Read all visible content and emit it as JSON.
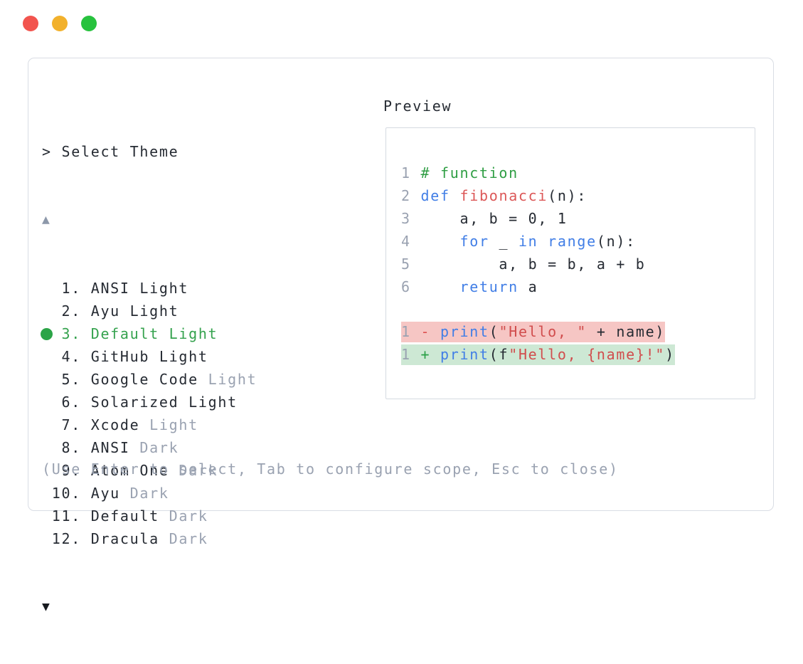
{
  "window": {
    "traffic_lights": [
      {
        "name": "close-button",
        "color": "#f2544e"
      },
      {
        "name": "minimize-button",
        "color": "#f2b12c"
      },
      {
        "name": "zoom-button",
        "color": "#27c23e"
      }
    ]
  },
  "theme_picker": {
    "prompt": "> Select Theme",
    "scroll_up_indicator": "▲",
    "scroll_down_indicator": "▼",
    "items": [
      {
        "number": "1",
        "name": "ANSI Light",
        "suffix": "",
        "selected": false
      },
      {
        "number": "2",
        "name": "Ayu Light",
        "suffix": "",
        "selected": false
      },
      {
        "number": "3",
        "name": "Default Light",
        "suffix": "",
        "selected": true
      },
      {
        "number": "4",
        "name": "GitHub Light",
        "suffix": "",
        "selected": false
      },
      {
        "number": "5",
        "name": "Google Code",
        "suffix": "Light",
        "selected": false
      },
      {
        "number": "6",
        "name": "Solarized Light",
        "suffix": "",
        "selected": false
      },
      {
        "number": "7",
        "name": "Xcode",
        "suffix": "Light",
        "selected": false
      },
      {
        "number": "8",
        "name": "ANSI",
        "suffix": "Dark",
        "selected": false
      },
      {
        "number": "9",
        "name": "Atom One",
        "suffix": "Dark",
        "selected": false
      },
      {
        "number": "10",
        "name": "Ayu",
        "suffix": "Dark",
        "selected": false
      },
      {
        "number": "11",
        "name": "Default",
        "suffix": "Dark",
        "selected": false
      },
      {
        "number": "12",
        "name": "Dracula",
        "suffix": "Dark",
        "selected": false
      }
    ],
    "footer_hint": "(Use Enter to select, Tab to configure scope, Esc to close)"
  },
  "preview": {
    "label": "Preview",
    "code_lines": [
      {
        "no": "1",
        "tokens": [
          {
            "t": "# function",
            "c": "comment"
          }
        ]
      },
      {
        "no": "2",
        "tokens": [
          {
            "t": "def",
            "c": "keyword"
          },
          {
            "t": " ",
            "c": "plain"
          },
          {
            "t": "fibonacci",
            "c": "function"
          },
          {
            "t": "(n):",
            "c": "plain"
          }
        ]
      },
      {
        "no": "3",
        "tokens": [
          {
            "t": "    a, b = 0, 1",
            "c": "plain"
          }
        ]
      },
      {
        "no": "4",
        "tokens": [
          {
            "t": "    ",
            "c": "plain"
          },
          {
            "t": "for",
            "c": "keyword"
          },
          {
            "t": " _ ",
            "c": "plain"
          },
          {
            "t": "in",
            "c": "keyword"
          },
          {
            "t": " ",
            "c": "plain"
          },
          {
            "t": "range",
            "c": "keyword"
          },
          {
            "t": "(n):",
            "c": "plain"
          }
        ]
      },
      {
        "no": "5",
        "tokens": [
          {
            "t": "        a, b = b, a + b",
            "c": "plain"
          }
        ]
      },
      {
        "no": "6",
        "tokens": [
          {
            "t": "    ",
            "c": "plain"
          },
          {
            "t": "return",
            "c": "keyword"
          },
          {
            "t": " a",
            "c": "plain"
          }
        ]
      },
      {
        "no": "",
        "tokens": []
      },
      {
        "no": "1",
        "diff": "minus",
        "sign": "-",
        "tokens": [
          {
            "t": "print",
            "c": "keyword"
          },
          {
            "t": "(",
            "c": "plain"
          },
          {
            "t": "\"Hello, \"",
            "c": "string"
          },
          {
            "t": " + name)",
            "c": "plain"
          }
        ]
      },
      {
        "no": "1",
        "diff": "plus",
        "sign": "+",
        "tokens": [
          {
            "t": "print",
            "c": "keyword"
          },
          {
            "t": "(f",
            "c": "plain"
          },
          {
            "t": "\"Hello, {name}!\"",
            "c": "string"
          },
          {
            "t": ")",
            "c": "plain"
          }
        ]
      }
    ]
  },
  "colors": {
    "selected_green": "#35a24e",
    "dot_green": "#2ba447",
    "keyword_blue": "#417ee6",
    "function_red": "#dc5858",
    "string_red": "#d14d4d",
    "comment_green": "#2f9e44",
    "diff_minus": "#de5050",
    "diff_plus": "#2aa047",
    "diff_minus_bg": "#f6c6c4",
    "diff_plus_bg": "#cde8d4",
    "muted_gray": "#9aa2b1",
    "text_dark": "#262b33",
    "panel_border": "#d9dde4"
  }
}
